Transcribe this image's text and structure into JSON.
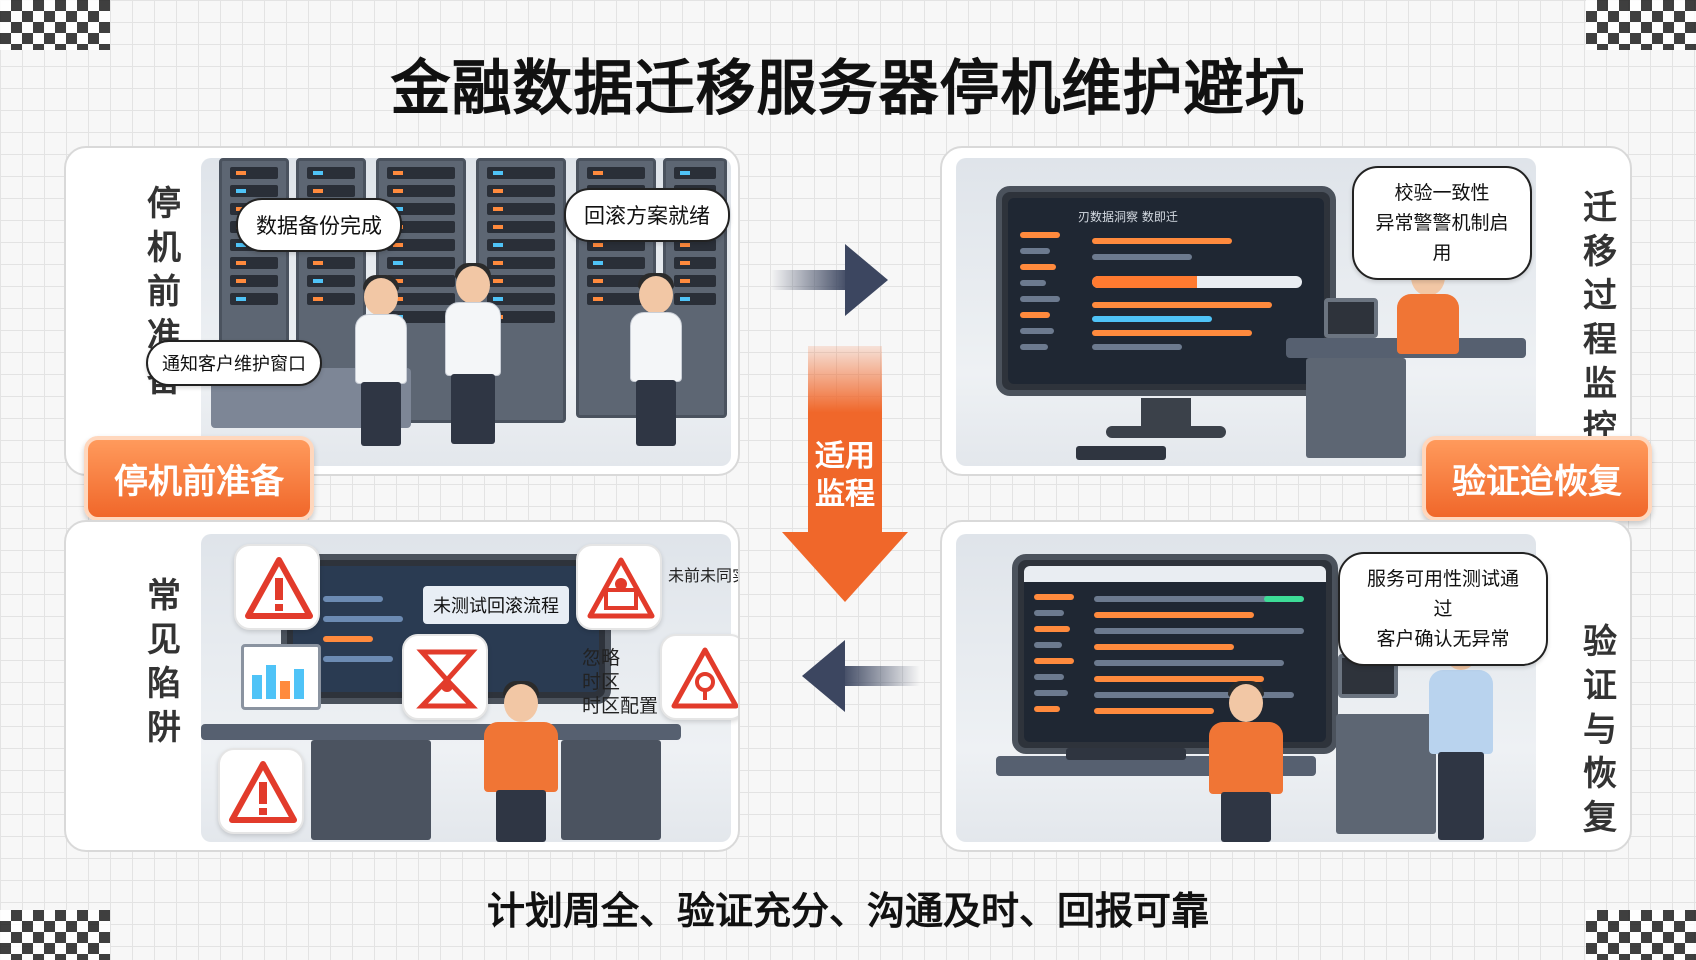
{
  "title": "金融数据迁移服务器停机维护避坑",
  "footer": "计划周全、验证充分、沟通及时、回报可靠",
  "center_label": "适用监程",
  "colors": {
    "accent_orange": "#f0672a",
    "arrow_navy": "#3c4660",
    "dark_screen": "#1f2733"
  },
  "panels": {
    "prep": {
      "side_label": "停机前准备",
      "badge": "停机前准备",
      "bubbles": [
        "数据备份完成",
        "回滚方案就绪",
        "通知客户维护窗口"
      ]
    },
    "monitor": {
      "side_label": "迁移过程监控",
      "badge": "验证迨恢复",
      "bubble_lines": [
        "校验一致性",
        "异常警警机制启用"
      ],
      "screen_header": "刃数据洞察 数即迁"
    },
    "pitfalls": {
      "side_label": "常见陷阱",
      "screen_text": "未测试回滚流程",
      "note_top": "未前未同实简",
      "note_list": [
        "忽略",
        "时区",
        "时区配置"
      ]
    },
    "verify": {
      "side_label": "验证与恢复",
      "bubble_lines": [
        "服务可用性测试通过",
        "客户确认无异常"
      ]
    }
  }
}
